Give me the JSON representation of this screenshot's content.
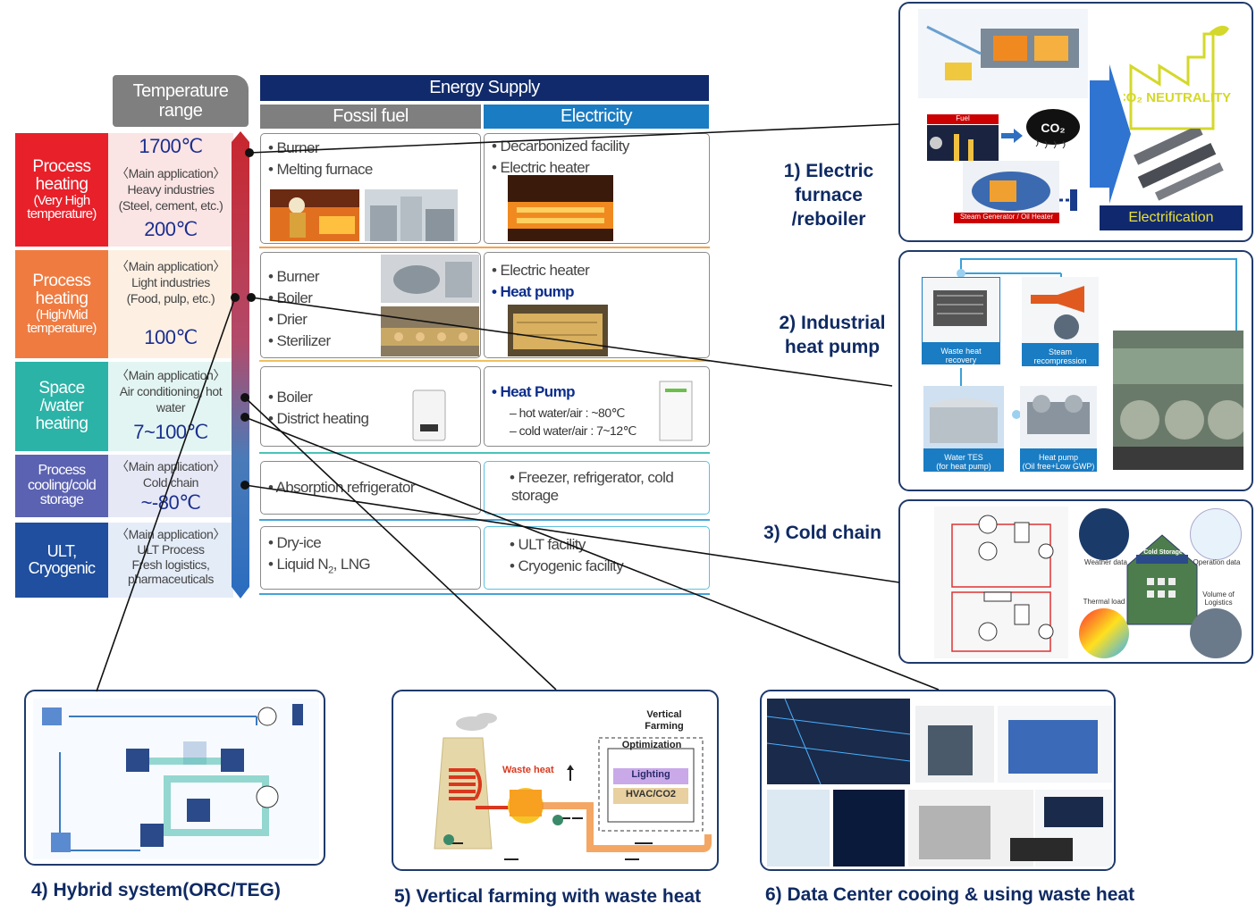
{
  "header": {
    "temperature_range": "Temperature range",
    "energy_supply": "Energy Supply",
    "fossil_fuel": "Fossil fuel",
    "electricity": "Electricity"
  },
  "rows": [
    {
      "category": [
        "Process",
        "heating"
      ],
      "category_sub": [
        "(Very High",
        "temperature)"
      ],
      "temp_top": "1700℃",
      "application": [
        "〈Main application〉",
        "Heavy industries",
        "(Steel, cement, etc.)"
      ],
      "temp_bottom": "200℃",
      "fossil": [
        "• Burner",
        "• Melting furnace"
      ],
      "electric": [
        "• Decarbonized facility",
        "• Electric heater"
      ]
    },
    {
      "category": [
        "Process",
        "heating"
      ],
      "category_sub": [
        "(High/Mid",
        "temperature)"
      ],
      "application": [
        "〈Main application〉",
        "Light industries",
        "(Food, pulp, etc.)"
      ],
      "temp_bottom": "100℃",
      "fossil": [
        "• Burner",
        "• Boiler",
        "• Drier",
        "• Sterilizer"
      ],
      "electric": [
        "• Electric heater",
        "• Heat pump"
      ]
    },
    {
      "category": [
        "Space",
        "/water",
        "heating"
      ],
      "application": [
        "〈Main application〉",
        "Air conditioning, hot",
        "water"
      ],
      "temp_bottom": "7~100℃",
      "fossil": [
        "• Boiler",
        "• District heating"
      ],
      "electric": [
        "• Heat Pump"
      ],
      "electric_sub": [
        "– hot water/air : ~80℃",
        "– cold water/air : 7~12℃"
      ]
    },
    {
      "category": [
        "Process",
        "cooling/cold",
        "storage"
      ],
      "application": [
        "〈Main application〉",
        "Cold chain"
      ],
      "temp_bottom": "~-80℃",
      "fossil": [
        "• Absorption refrigerator"
      ],
      "electric": [
        "• Freezer, refrigerator, cold",
        "storage"
      ]
    },
    {
      "category": [
        "ULT,",
        "Cryogenic"
      ],
      "application": [
        "〈Main application〉",
        "ULT Process",
        "Fresh logistics,",
        "pharmaceuticals"
      ],
      "fossil": [
        "• Dry-ice",
        "• Liquid N",
        "2",
        ", LNG"
      ],
      "electric": [
        "• ULT facility",
        "• Cryogenic facility"
      ]
    }
  ],
  "callouts": {
    "c1": [
      "1) Electric",
      "furnace",
      "/reboiler"
    ],
    "c2": [
      "2) Industrial",
      "heat pump"
    ],
    "c3": "3) Cold chain",
    "c4": "4) Hybrid system(ORC/TEG)",
    "c5": "5) Vertical farming with waste heat",
    "c6": "6) Data Center cooing & using waste heat"
  },
  "panel1": {
    "fuel": "Fuel",
    "co2": "CO₂",
    "steam_generator": "Steam Generator / Oil Heater",
    "co2_neutrality": "CO₂ NEUTRALITY",
    "electrification": "Electrification"
  },
  "panel2": {
    "waste_heat_recovery": [
      "Waste heat",
      "recovery"
    ],
    "steam_recompression": [
      "Steam",
      "recompression"
    ],
    "water_tes": [
      "Water TES",
      "(for heat pump)"
    ],
    "heat_pump": [
      "Heat pump",
      "(Oil free+Low GWP)"
    ]
  },
  "panel3": {
    "weather_data": "Weather data",
    "cold_storage": "Cold Storage",
    "operation_data": "Operation data",
    "thermal_load": "Thermal load",
    "volume_of_logistics": [
      "Volume of",
      "Logistics"
    ]
  },
  "panel5": {
    "vertical_farming": [
      "Vertical",
      "Farming"
    ],
    "optimization": "Optimization",
    "lighting": "Lighting",
    "hvac": "HVAC/CO2",
    "waste_heat": "Waste heat"
  },
  "colors": {
    "very_high": "#e8202a",
    "high_mid": "#ef7b41",
    "space": "#2bb3a7",
    "cooling": "#5b62b1",
    "ult": "#1f4f9e",
    "navy": "#0f2a63",
    "fossil_hdr": "#7f7f7f",
    "elec_hdr": "#1a7cc2"
  }
}
